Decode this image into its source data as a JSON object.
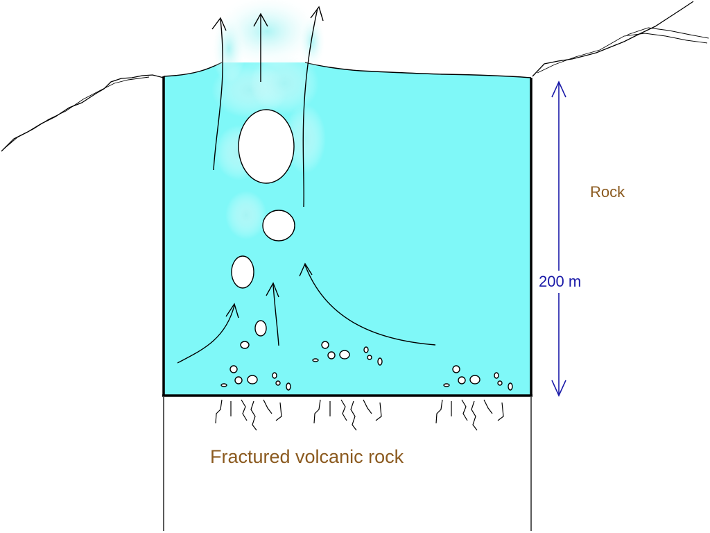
{
  "labels": {
    "rock": "Rock",
    "depth": "200 m",
    "fractured": "Fractured volcanic rock"
  },
  "colors": {
    "water": "#7ff8f8",
    "spray": "#c9fafa",
    "rock_label": "#8b5a1f",
    "depth_marker": "#1a1aa8",
    "outline": "#000000",
    "bubble": "#ffffff"
  },
  "icons": {
    "flow_arrows": "arrow-up-icon",
    "depth_arrows": "double-arrow-vertical-icon",
    "fractures": "crack-icon"
  }
}
